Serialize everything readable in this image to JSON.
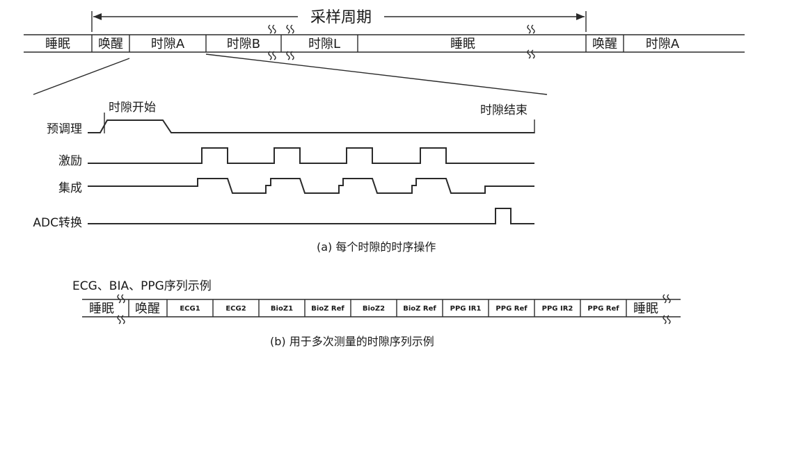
{
  "top_sequence": {
    "period_label": "采样周期",
    "slots": [
      "睡眠",
      "唤醒",
      "时隙A",
      "时隙B",
      "时隙L",
      "睡眠",
      "唤醒",
      "时隙A"
    ]
  },
  "timing": {
    "slot_start": "时隙开始",
    "slot_end": "时隙结束",
    "signals": [
      "预调理",
      "激励",
      "集成",
      "ADC转换"
    ],
    "caption": "(a) 每个时隙的时序操作"
  },
  "example": {
    "title": "ECG、BIA、PPG序列示例",
    "sleep": "睡眠",
    "wake": "唤醒",
    "slots": [
      "ECG1",
      "ECG2",
      "BioZ1",
      "BioZ Ref",
      "BioZ2",
      "BioZ Ref",
      "PPG IR1",
      "PPG Ref",
      "PPG IR2",
      "PPG Ref"
    ],
    "sleep_end": "睡眠",
    "caption": "(b) 用于多次测量的时隙序列示例"
  }
}
